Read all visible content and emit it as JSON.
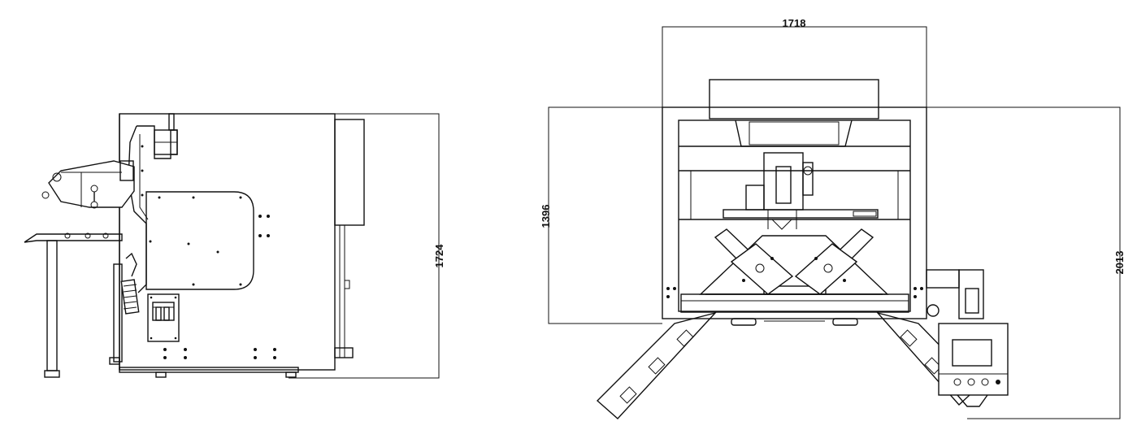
{
  "drawing": {
    "side_view": {
      "dimension_height": "1724"
    },
    "top_view": {
      "dimension_width": "1718",
      "dimension_left": "1396",
      "dimension_right": "2013"
    }
  }
}
